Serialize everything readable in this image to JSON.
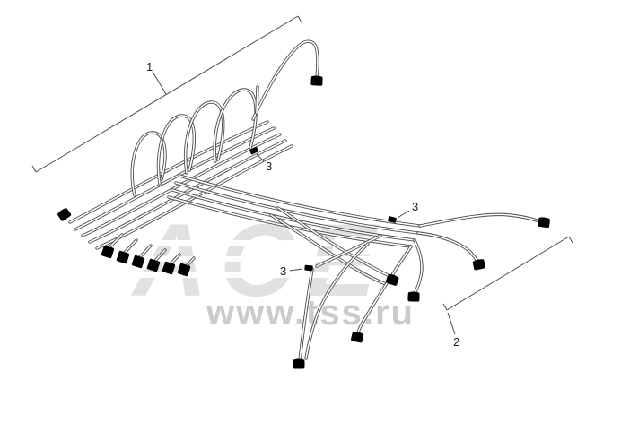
{
  "diagram": {
    "type": "exploded-parts-line-drawing",
    "callouts": {
      "one": "1",
      "two": "2",
      "three": "3"
    }
  },
  "watermark": {
    "logo": "ACE",
    "site": "www.tss.ru"
  },
  "colors": {
    "line": "#4b4b4b",
    "watermark_gray": "#cbcbcb",
    "background": "#ffffff"
  }
}
